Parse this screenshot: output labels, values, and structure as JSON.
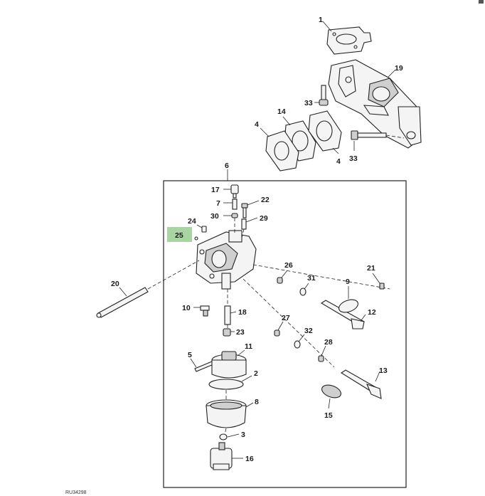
{
  "diagram": {
    "figure_id": "RU34298",
    "highlighted_callout": "25",
    "highlight_color": "#a8d5a2",
    "callouts": {
      "c1": "1",
      "c19": "19",
      "c33a": "33",
      "c14": "14",
      "c4a": "4",
      "c4b": "4",
      "c33b": "33",
      "c6": "6",
      "c17": "17",
      "c7": "7",
      "c22": "22",
      "c30": "30",
      "c29": "29",
      "c24": "24",
      "c25": "25",
      "c20": "20",
      "c26": "26",
      "c31": "31",
      "c9": "9",
      "c21": "21",
      "c10": "10",
      "c18": "18",
      "c12": "12",
      "c27": "27",
      "c32": "32",
      "c23": "23",
      "c28": "28",
      "c5": "5",
      "c11": "11",
      "c2": "2",
      "c13": "13",
      "c8": "8",
      "c15": "15",
      "c3": "3",
      "c16": "16"
    }
  }
}
